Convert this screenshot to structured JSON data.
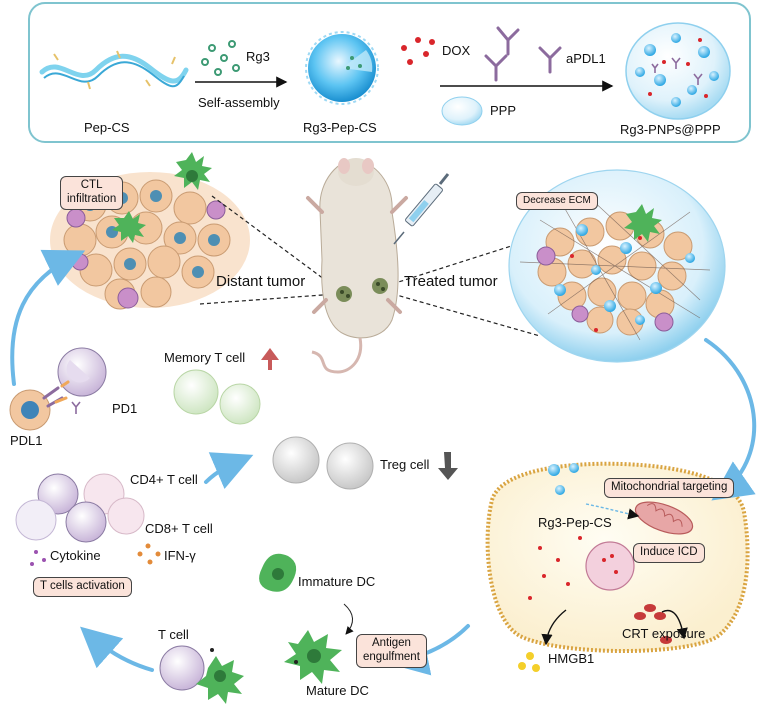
{
  "top_panel": {
    "pep_cs": "Pep-CS",
    "rg3": "Rg3",
    "self_assembly": "Self-assembly",
    "rg3_pep_cs": "Rg3-Pep-CS",
    "dox": "DOX",
    "apdl1": "aPDL1",
    "ppp": "PPP",
    "product": "Rg3-PNPs@PPP"
  },
  "mouse": {
    "distant_tumor": "Distant tumor",
    "treated_tumor": "Treated tumor"
  },
  "tags": {
    "ctl_infiltration": "CTL\ninfiltration",
    "decrease_ecm": "Decrease ECM",
    "mito_targeting": "Mitochondrial targeting",
    "induce_icd": "Induce ICD",
    "antigen_engulfment": "Antigen\nengulfment",
    "t_cells_activation": "T cells activation"
  },
  "cell_panel": {
    "rg3_pep_cs": "Rg3-Pep-CS",
    "hmgb1": "HMGB1",
    "crt_exposure": "CRT exposure"
  },
  "immune": {
    "pd1": "PD1",
    "pdl1": "PDL1",
    "memory_t_cell": "Memory T cell",
    "treg_cell": "Treg cell",
    "cd4": "CD4+ T cell",
    "cd8": "CD8+ T cell",
    "cytokine": "Cytokine",
    "ifn": "IFN-γ",
    "immature_dc": "Immature DC",
    "mature_dc": "Mature DC",
    "t_cell": "T cell"
  },
  "colors": {
    "panel_border": "#7fc4cf",
    "cycle_arrow": "#6cb8e6",
    "tag_fill": "#fbe3da",
    "dox_red": "#d9262b",
    "rg3_green": "#3d9a74",
    "nanoparticle": "#39b0ea",
    "dc_green": "#4fb35a",
    "tumor_orange": "#f2c7a0",
    "membrane": "#d9a441"
  }
}
